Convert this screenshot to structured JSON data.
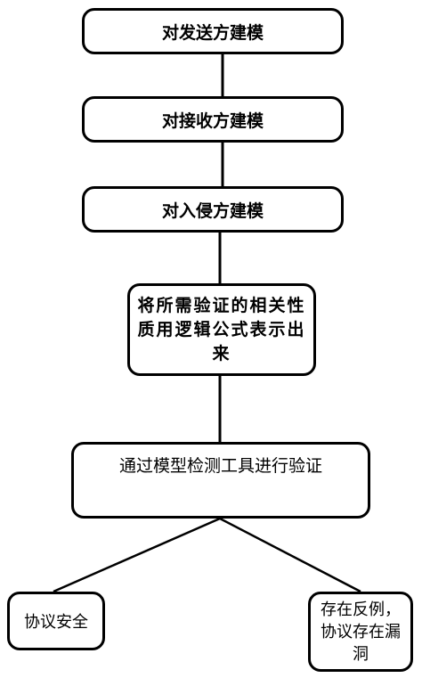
{
  "steps": {
    "model_sender": "对发送方建模",
    "model_receiver": "对接收方建模",
    "model_intruder": "对入侵方建模",
    "logic_formula": "将所需验证的相关性质用逻辑公式表示出来",
    "model_check": "通过模型检测工具进行验证"
  },
  "outcomes": {
    "secure": "协议安全",
    "flawed": "存在反例，协议存在漏洞"
  },
  "colors": {
    "stroke": "#000000",
    "background": "#ffffff"
  }
}
